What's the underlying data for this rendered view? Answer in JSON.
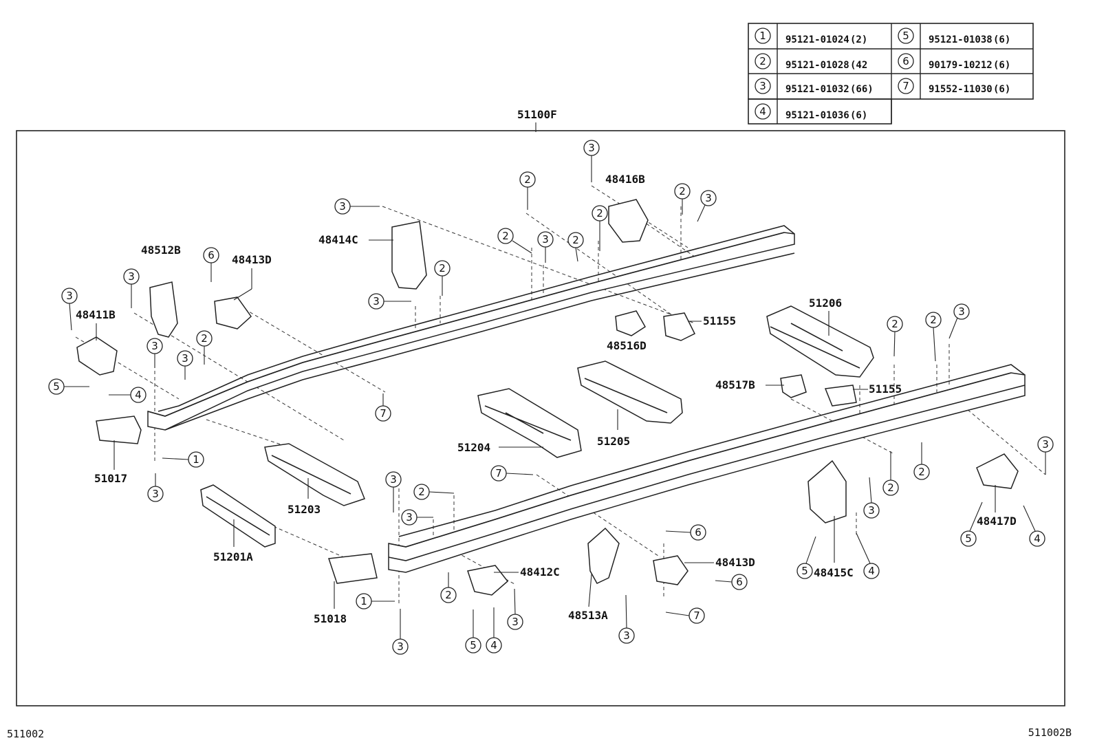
{
  "assembly_code": "51100F",
  "footer_left": "511002",
  "footer_right": "511002B",
  "legend": [
    {
      "num": "1",
      "part": "95121-01024",
      "qty": "(2)"
    },
    {
      "num": "2",
      "part": "95121-01028",
      "qty": "(42"
    },
    {
      "num": "3",
      "part": "95121-01032",
      "qty": "(66)"
    },
    {
      "num": "4",
      "part": "95121-01036",
      "qty": "(6)"
    },
    {
      "num": "5",
      "part": "95121-01038",
      "qty": "(6)"
    },
    {
      "num": "6",
      "part": "90179-10212",
      "qty": "(6)"
    },
    {
      "num": "7",
      "part": "91552-11030",
      "qty": "(6)"
    }
  ],
  "parts": {
    "p48416B": "48416B",
    "p48414C": "48414C",
    "p48512B": "48512B",
    "p48413D_top": "48413D",
    "p48411B": "48411B",
    "p51155_top": "51155",
    "p48516D": "48516D",
    "p51206": "51206",
    "p48517B": "48517B",
    "p51155_right": "51155",
    "p51205": "51205",
    "p51204": "51204",
    "p51017": "51017",
    "p51203": "51203",
    "p51201A": "51201A",
    "p51018": "51018",
    "p48412C": "48412C",
    "p48513A": "48513A",
    "p48413D_bot": "48413D",
    "p48415C": "48415C",
    "p48417D": "48417D"
  }
}
